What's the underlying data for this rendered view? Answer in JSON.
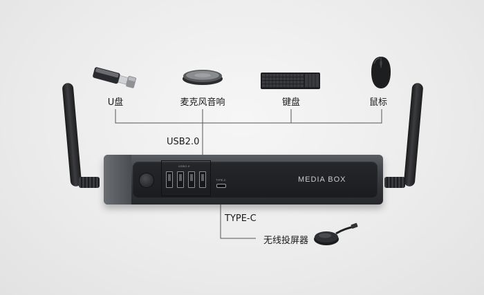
{
  "peripherals": [
    {
      "name": "usb-drive",
      "label": "U盘"
    },
    {
      "name": "speakerphone",
      "label": "麦克风音响"
    },
    {
      "name": "keyboard",
      "label": "键盘"
    },
    {
      "name": "mouse",
      "label": "鼠标"
    }
  ],
  "ports": {
    "usb_label": "USB2.0",
    "typec_label": "TYPE-C",
    "usb_mini_text": "USB2.0",
    "typec_mini_text": "TYPE-C"
  },
  "wireless": {
    "label": "无线投屏器"
  },
  "box": {
    "brand_text": "MEDIA BOX"
  },
  "colors": {
    "background": "#ececec",
    "box_body": "#2f3135",
    "line": "#444444"
  },
  "icons": [
    "usb-drive-icon",
    "speakerphone-icon",
    "keyboard-icon",
    "mouse-icon",
    "wireless-dongle-icon",
    "antenna-icon",
    "power-button-icon"
  ]
}
